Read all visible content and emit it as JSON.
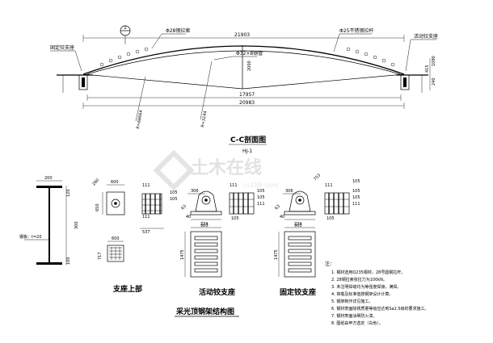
{
  "section": {
    "title": "C-C剖面图",
    "scale_tag": "HJ-1",
    "callout_no": "1",
    "labels": {
      "rod_tension": "Φ28钢拉索",
      "steel_pipe": "Φ32×8钢管",
      "stainless_rod": "Φ25不锈钢拉杆",
      "fixed_support": "固定铰支座",
      "sliding_support": "活动铰支座"
    },
    "dims": {
      "top_span": "21903",
      "inner_span": "17957",
      "total_span": "20983",
      "mid_height": "2000",
      "end_height_a": "415",
      "end_height_b": "1090",
      "end_height_c": "240",
      "radius_outer": "R=68664",
      "radius_inner": "R=3244"
    }
  },
  "detail_top": {
    "caption": "支座上部",
    "plate_label": "钢板：t=20",
    "dims": [
      "200",
      "120",
      "300",
      "100",
      "600",
      "280",
      "650",
      "111",
      "105",
      "105",
      "111",
      "537",
      "600",
      "717"
    ]
  },
  "detail_sliding": {
    "caption": "活动铰支座",
    "dims": [
      "306",
      "63",
      "40",
      "774",
      "111",
      "105",
      "105",
      "111",
      "105",
      "1475",
      "900"
    ]
  },
  "detail_fixed": {
    "caption": "固定铰支座",
    "dims": [
      "306",
      "63",
      "40",
      "774",
      "753",
      "105",
      "111",
      "105",
      "105",
      "111",
      "105",
      "1475",
      "900"
    ]
  },
  "drawing_title": "采光顶钢架结构图",
  "notes": {
    "heading": "注：",
    "items": [
      "1. 钢材选用Q235钢材，28号圆钢拉杆。",
      "2. 28钢拉索张拉力为100kN。",
      "3. 未注明焊缝均为等强度焊接，满焊。",
      "4. 荷载及标准值按钢架设计计算。",
      "5. 钢架制作详见施工。",
      "6. 钢材表面除锈质量等级应达到Sa2.5级的要求施工。",
      "7. 钢材表面涂刷防火漆。",
      "8. 图纸由甲方选定（白色）。"
    ]
  },
  "watermark": {
    "text": "土木在线",
    "url": "co188.com"
  }
}
